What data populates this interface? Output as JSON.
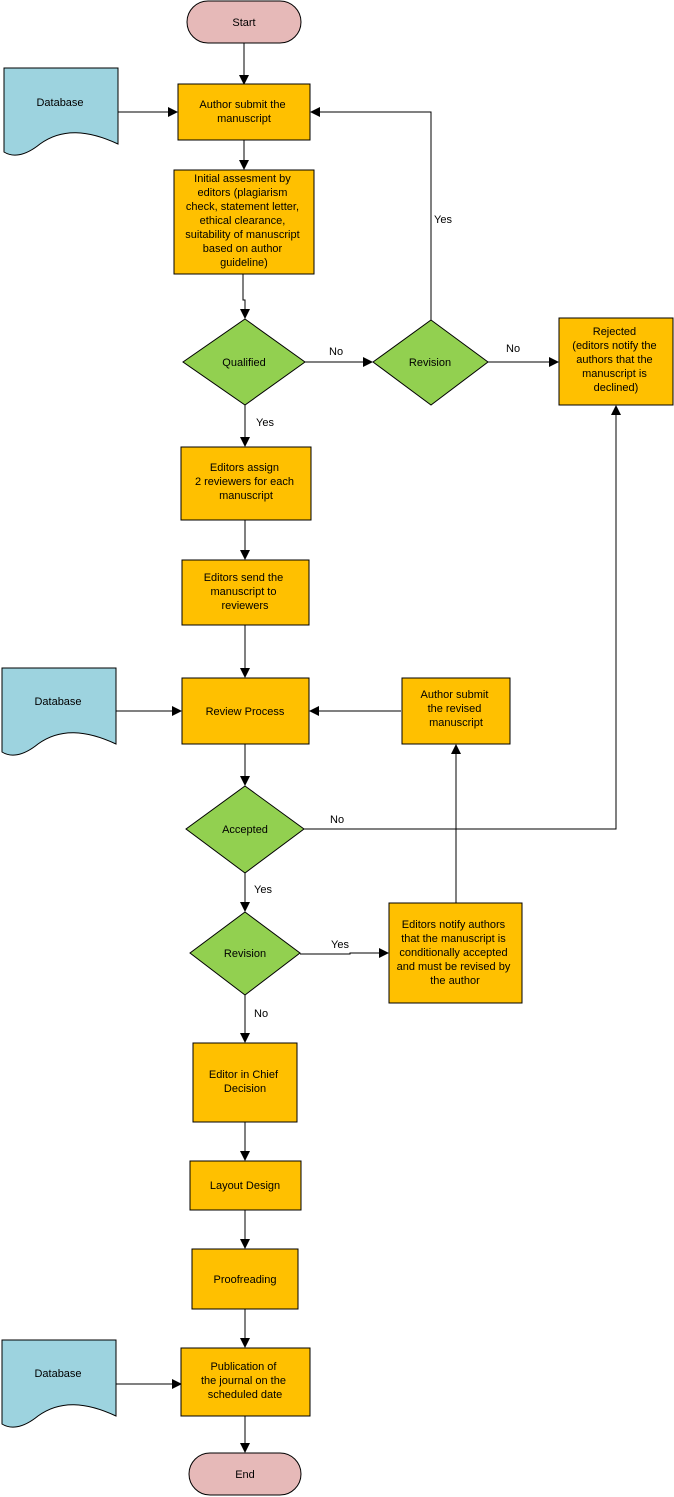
{
  "colors": {
    "process": "#FFC000",
    "decision": "#92D050",
    "terminal": "#E6B9B8",
    "database": "#9DD3DF",
    "stroke": "#000000"
  },
  "nodes": {
    "start": "Start",
    "db1": "Database",
    "submit": [
      "Author submit the",
      "manuscript"
    ],
    "initial": [
      "Initial assesment by",
      "editors (plagiarism",
      "check, statement letter,",
      "ethical clearance,",
      "suitability of manuscript",
      "based on author",
      "guideline)"
    ],
    "qualified": "Qualified",
    "revision1": "Revision",
    "rejected": [
      "Rejected",
      "(editors notify the",
      "authors that the",
      "manuscript is",
      "declined)"
    ],
    "assign": [
      "Editors assign",
      "2 reviewers for each",
      "manuscript"
    ],
    "send": [
      "Editors send the",
      "manuscript to",
      "reviewers"
    ],
    "db2": "Database",
    "review": "Review Process",
    "resubmit": [
      "Author submit",
      "the revised",
      "manuscript"
    ],
    "accepted": "Accepted",
    "revision2": "Revision",
    "notify": [
      "Editors notify authors",
      "that the manuscript is",
      "conditionally accepted",
      "and must be revised by",
      "the author"
    ],
    "eic": [
      "Editor in Chief",
      "Decision"
    ],
    "layout": "Layout Design",
    "proof": "Proofreading",
    "db3": "Database",
    "publish": [
      "Publication of",
      "the journal on the",
      "scheduled date"
    ],
    "end": "End"
  },
  "edge_labels": {
    "qualified_no": "No",
    "qualified_yes": "Yes",
    "revision1_yes": "Yes",
    "revision1_no": "No",
    "accepted_no": "No",
    "accepted_yes": "Yes",
    "revision2_yes": "Yes",
    "revision2_no": "No"
  }
}
